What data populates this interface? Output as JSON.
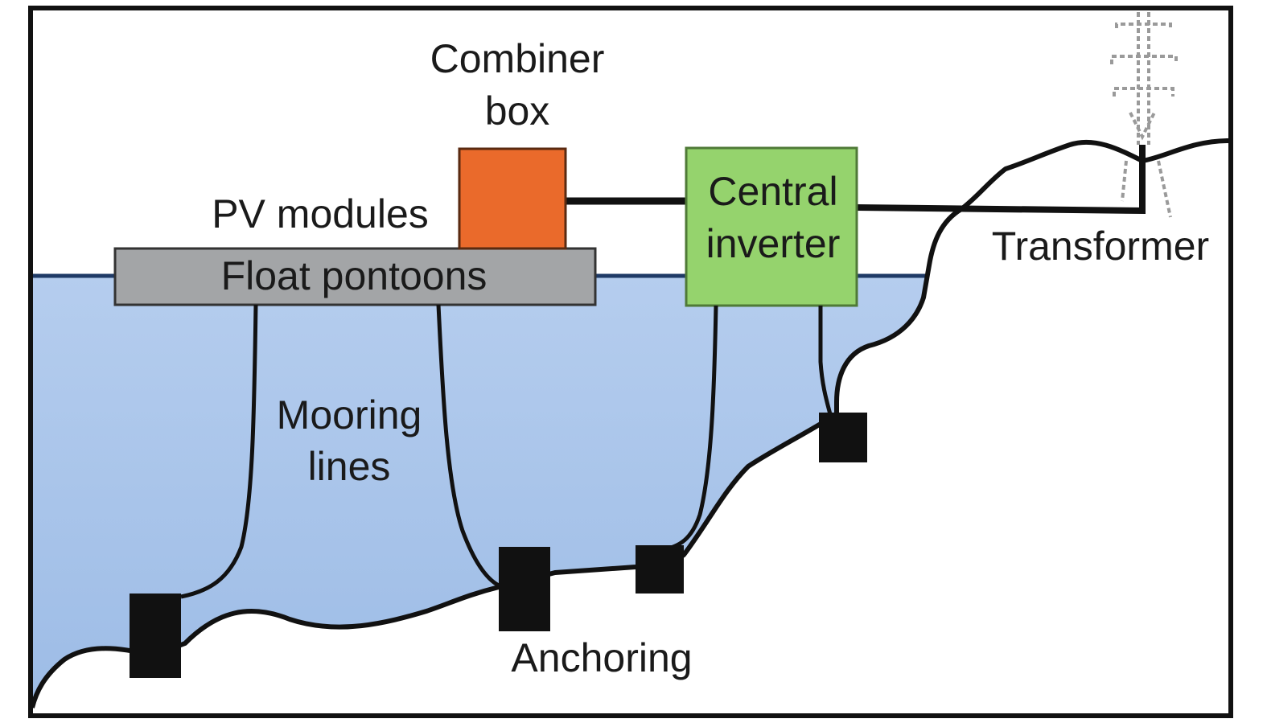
{
  "diagram": {
    "title": "Floating PV system components",
    "labels": {
      "combiner_box_line1": "Combiner",
      "combiner_box_line2": "box",
      "pv_modules": "PV modules",
      "float_pontoons": "Float pontoons",
      "central_inverter_line1": "Central",
      "central_inverter_line2": "inverter",
      "transformer": "Transformer",
      "mooring_lines_line1": "Mooring",
      "mooring_lines_line2": "lines",
      "anchoring": "Anchoring"
    },
    "colors": {
      "water": "#a7c3e8",
      "water_edge": "#1f3a66",
      "combiner_box": "#ea6a2b",
      "central_inverter": "#95d36d",
      "float_pontoons": "#a3a5a7",
      "anchor": "#111111",
      "cable": "#111111",
      "frame": "#111111"
    }
  }
}
